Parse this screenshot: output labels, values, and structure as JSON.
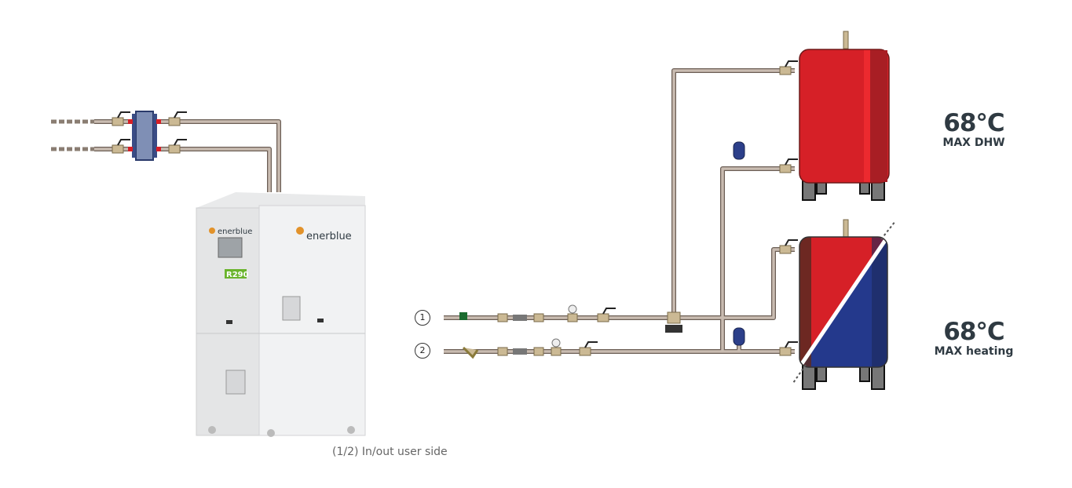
{
  "unit": {
    "brand": "enerblue",
    "model_badge": "R290"
  },
  "caption": "(1/2) In/out user side",
  "circuits": [
    {
      "label": "1"
    },
    {
      "label": "2"
    }
  ],
  "tanks": [
    {
      "temperature": "68°C",
      "label": "MAX DHW"
    },
    {
      "temperature": "68°C",
      "label": "MAX heating"
    }
  ],
  "colors": {
    "hot": "#d62027",
    "cold": "#24398c",
    "pipe": "#bfb1a5",
    "text": "#2f3a42"
  }
}
